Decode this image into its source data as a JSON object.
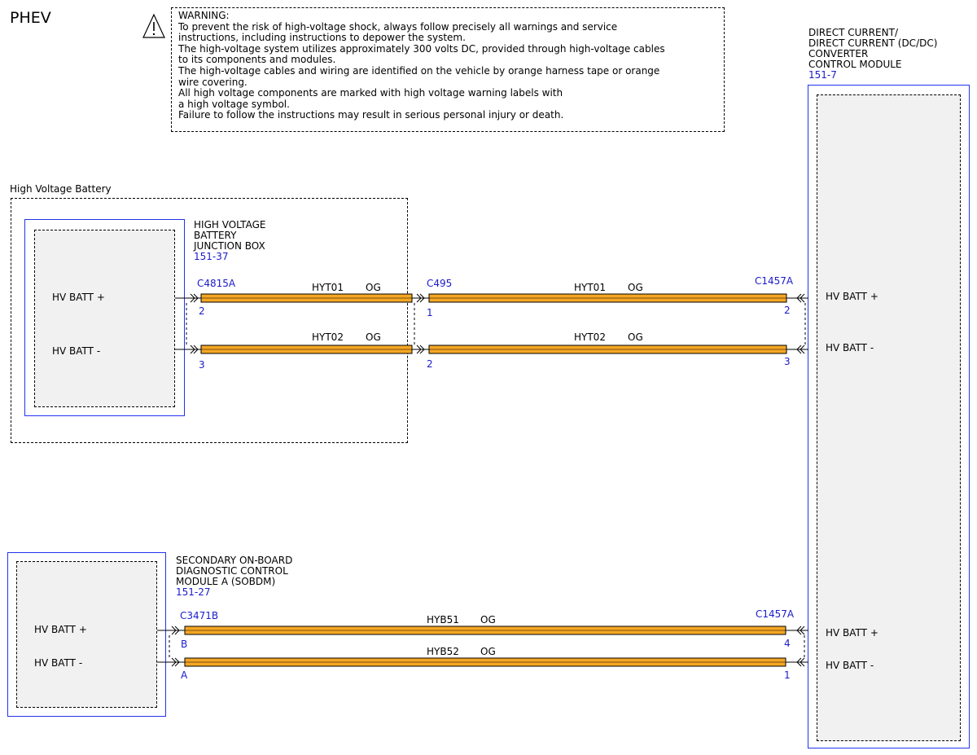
{
  "title": "PHEV",
  "warning": {
    "lines": [
      "WARNING:",
      "To prevent the risk of high-voltage shock, always follow precisely all warnings and service",
      "instructions, including instructions to depower the system.",
      "The high-voltage system utilizes approximately 300 volts DC, provided through high-voltage cables",
      "to its components and modules.",
      "The high-voltage cables and wiring are identified on the vehicle by orange harness tape or orange",
      "wire covering.",
      "All high voltage components are marked with high voltage warning labels with",
      "a high voltage symbol.",
      "Failure to follow the instructions may result in serious personal injury or death."
    ]
  },
  "dcdc": {
    "name_lines": [
      "DIRECT CURRENT/",
      "DIRECT CURRENT (DC/DC)",
      "CONVERTER",
      "CONTROL MODULE"
    ],
    "ref": "151-7",
    "pins": {
      "hv_plus_top": "HV BATT +",
      "hv_minus_top": "HV BATT -",
      "hv_plus_bottom": "HV BATT +",
      "hv_minus_bottom": "HV BATT -"
    }
  },
  "battery": {
    "label": "High Voltage Battery",
    "junction_name_lines": [
      "HIGH VOLTAGE",
      "BATTERY",
      "JUNCTION BOX"
    ],
    "ref": "151-37",
    "pins": {
      "hv_plus": "HV BATT +",
      "hv_minus": "HV BATT -"
    }
  },
  "sobdm": {
    "name_lines": [
      "SECONDARY ON-BOARD",
      "DIAGNOSTIC CONTROL",
      "MODULE A (SOBDM)"
    ],
    "ref": "151-27",
    "pins": {
      "hv_plus": "HV BATT +",
      "hv_minus": "HV BATT -"
    }
  },
  "connectors": {
    "c4815a": {
      "name": "C4815A",
      "pin_plus": "2",
      "pin_minus": "3"
    },
    "c495": {
      "name": "C495",
      "pin_plus": "1",
      "pin_minus": "2"
    },
    "c1457a_top": {
      "name": "C1457A",
      "pin_plus": "2",
      "pin_minus": "3"
    },
    "c3471b": {
      "name": "C3471B",
      "pin_plus": "B",
      "pin_minus": "A"
    },
    "c1457a_bottom": {
      "name": "C1457A",
      "pin_plus": "4",
      "pin_minus": "1"
    }
  },
  "wires": [
    {
      "circuit": "HYT01",
      "color": "OG"
    },
    {
      "circuit": "HYT02",
      "color": "OG"
    },
    {
      "circuit": "HYT01",
      "color": "OG"
    },
    {
      "circuit": "HYT02",
      "color": "OG"
    },
    {
      "circuit": "HYB51",
      "color": "OG"
    },
    {
      "circuit": "HYB52",
      "color": "OG"
    }
  ],
  "colors": {
    "wire_fill": "#f5a623",
    "module_border": "#2233ee",
    "ref_text": "#1a1acc",
    "module_fill": "#f1f1f1"
  }
}
